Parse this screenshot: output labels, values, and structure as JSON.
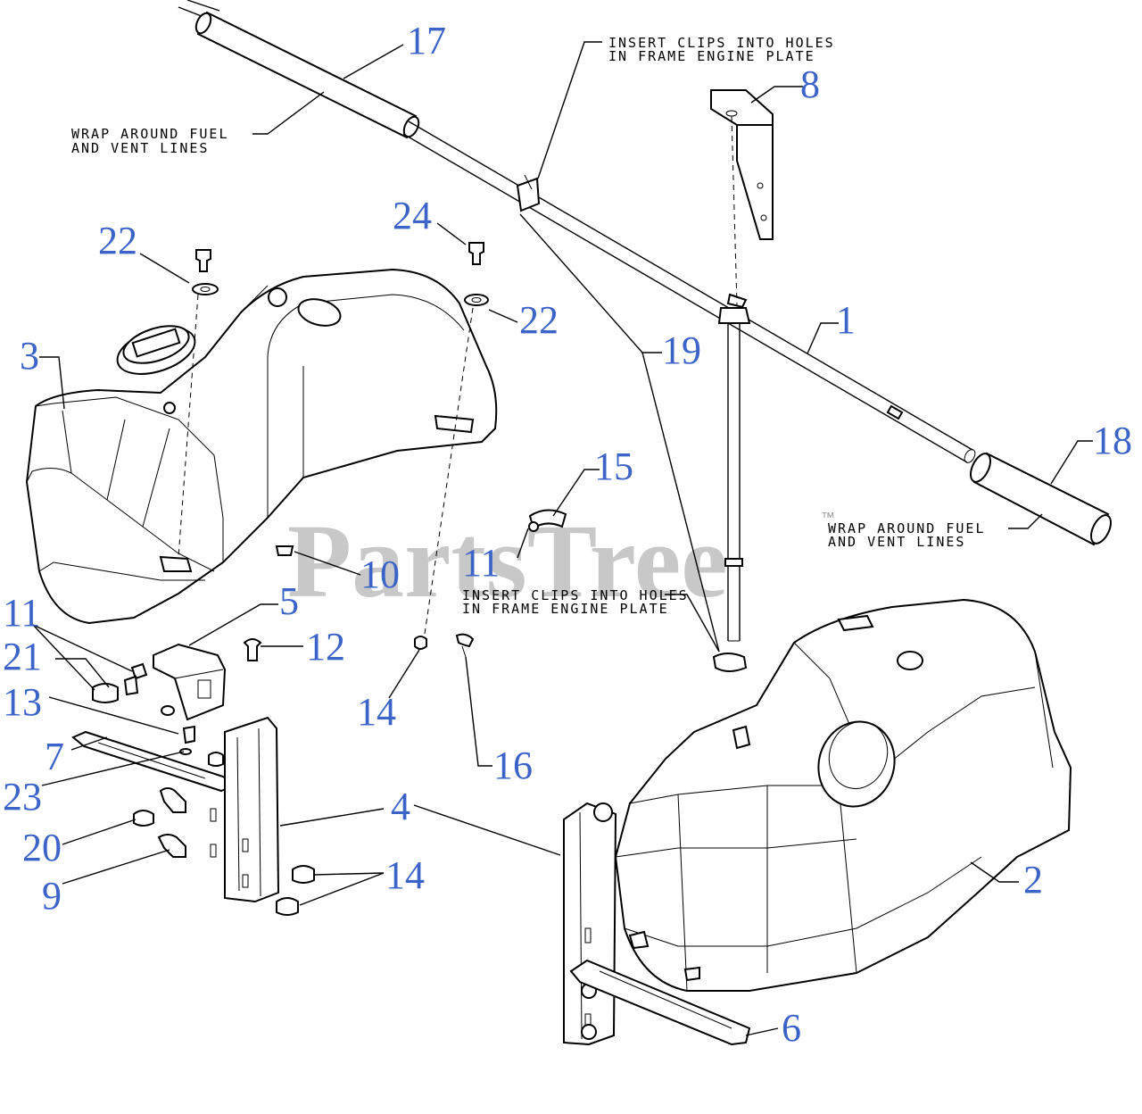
{
  "watermark": {
    "text": "PartsTree",
    "trademark": "™"
  },
  "colors": {
    "callout": "#3b63c8",
    "line": "#000000",
    "watermark": "#c8c8c8"
  },
  "notes": {
    "insert_clips_1_line1": "INSERT CLIPS INTO HOLES",
    "insert_clips_1_line2": "IN FRAME ENGINE PLATE",
    "insert_clips_2_line1": "INSERT CLIPS INTO HOLES",
    "insert_clips_2_line2": "IN FRAME ENGINE PLATE",
    "wrap_1_line1": "WRAP AROUND FUEL",
    "wrap_1_line2": "AND VENT LINES",
    "wrap_2_line1": "WRAP AROUND FUEL",
    "wrap_2_line2": "AND VENT LINES"
  },
  "callouts": {
    "c1": "1",
    "c2": "2",
    "c3": "3",
    "c4": "4",
    "c5": "5",
    "c6": "6",
    "c7": "7",
    "c8": "8",
    "c9": "9",
    "c10": "10",
    "c11a": "11",
    "c11b": "11",
    "c12": "12",
    "c13": "13",
    "c14a": "14",
    "c14b": "14",
    "c15": "15",
    "c16": "16",
    "c17": "17",
    "c18": "18",
    "c19": "19",
    "c20": "20",
    "c21": "21",
    "c22a": "22",
    "c22b": "22",
    "c23": "23",
    "c24": "24"
  }
}
